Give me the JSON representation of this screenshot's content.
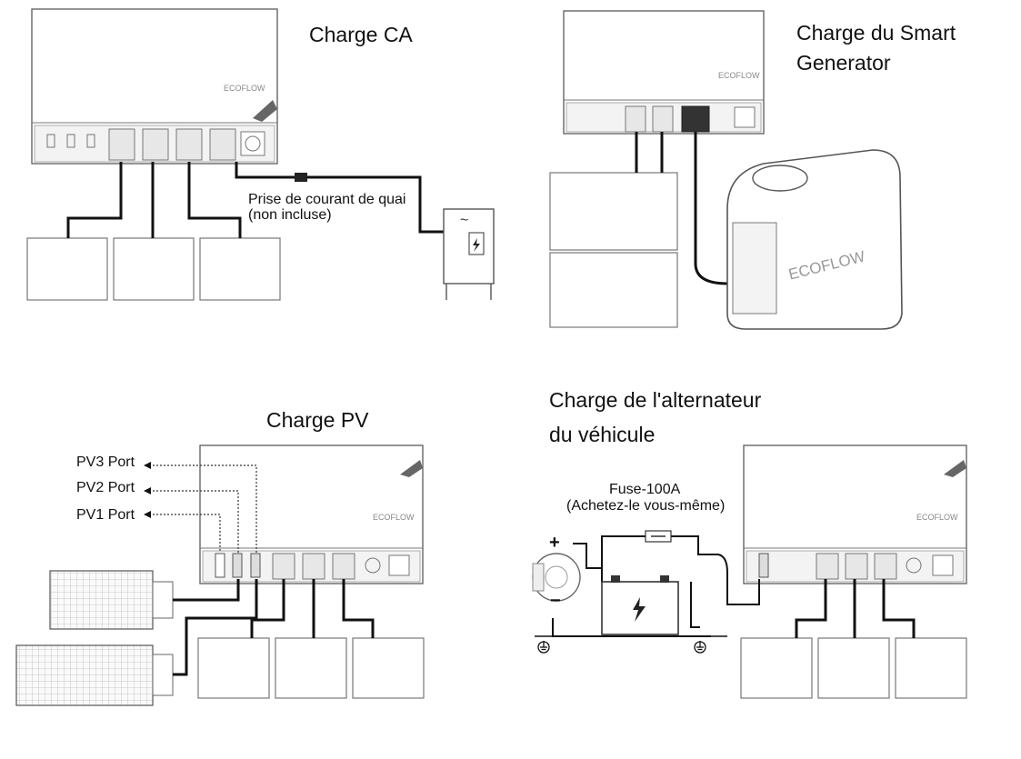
{
  "sections": {
    "ac": {
      "title": "Charge CA",
      "label_line1": "Prise de courant de quai",
      "label_line2": "(non incluse)"
    },
    "generator": {
      "title_line1": "Charge du Smart",
      "title_line2": "Generator"
    },
    "pv": {
      "title": "Charge PV",
      "ports": [
        "PV3 Port",
        "PV2 Port",
        "PV1 Port"
      ]
    },
    "alternator": {
      "title_line1": "Charge de l'alternateur",
      "title_line2": "du véhicule",
      "fuse_line1": "Fuse-100A",
      "fuse_line2": "(Achetez-le vous-même)",
      "plus": "+",
      "minus": "−"
    }
  },
  "brand": "ECOFLOW",
  "colors": {
    "outline": "#555555",
    "cable": "#111111",
    "dotted": "#333333"
  }
}
